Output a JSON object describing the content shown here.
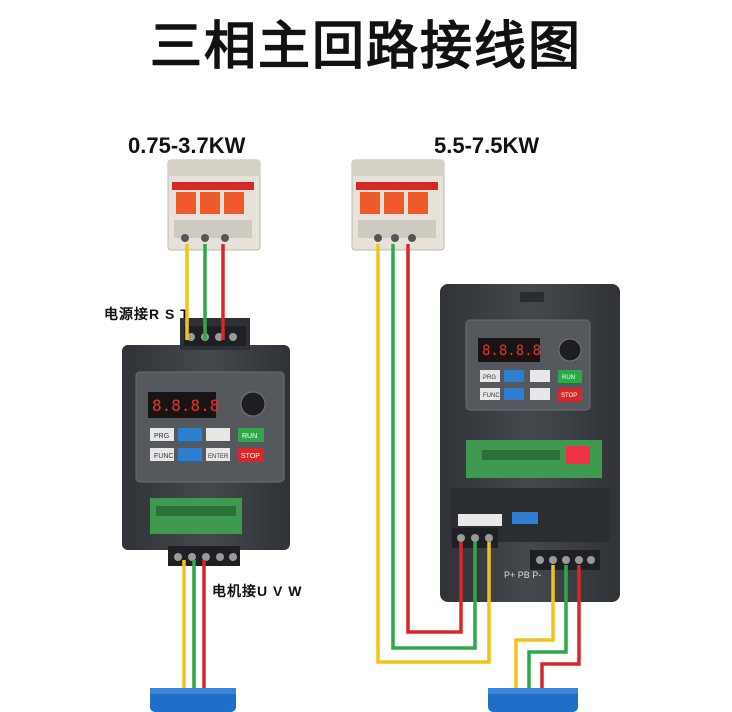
{
  "title": "三相主回路接线图",
  "left": {
    "power_range": "0.75-3.7KW",
    "input_label": "电源接R S T",
    "output_label": "电机接U V W"
  },
  "right": {
    "power_range": "5.5-7.5KW"
  },
  "keypad": {
    "prg": "PRG",
    "func": "FUNC",
    "run": "RUN",
    "stop": "STOP",
    "enter": "ENTER"
  },
  "terminals": {
    "pb_labels": "P+ PB P-"
  },
  "colors": {
    "wire_yellow": "#f2c31b",
    "wire_green": "#2ea84a",
    "wire_red": "#d8262b",
    "inverter_body": "#3b3f44",
    "breaker_body": "#e4e0d8",
    "breaker_handle": "#ee5a2a",
    "motor_blue": "#1f6fc9"
  }
}
